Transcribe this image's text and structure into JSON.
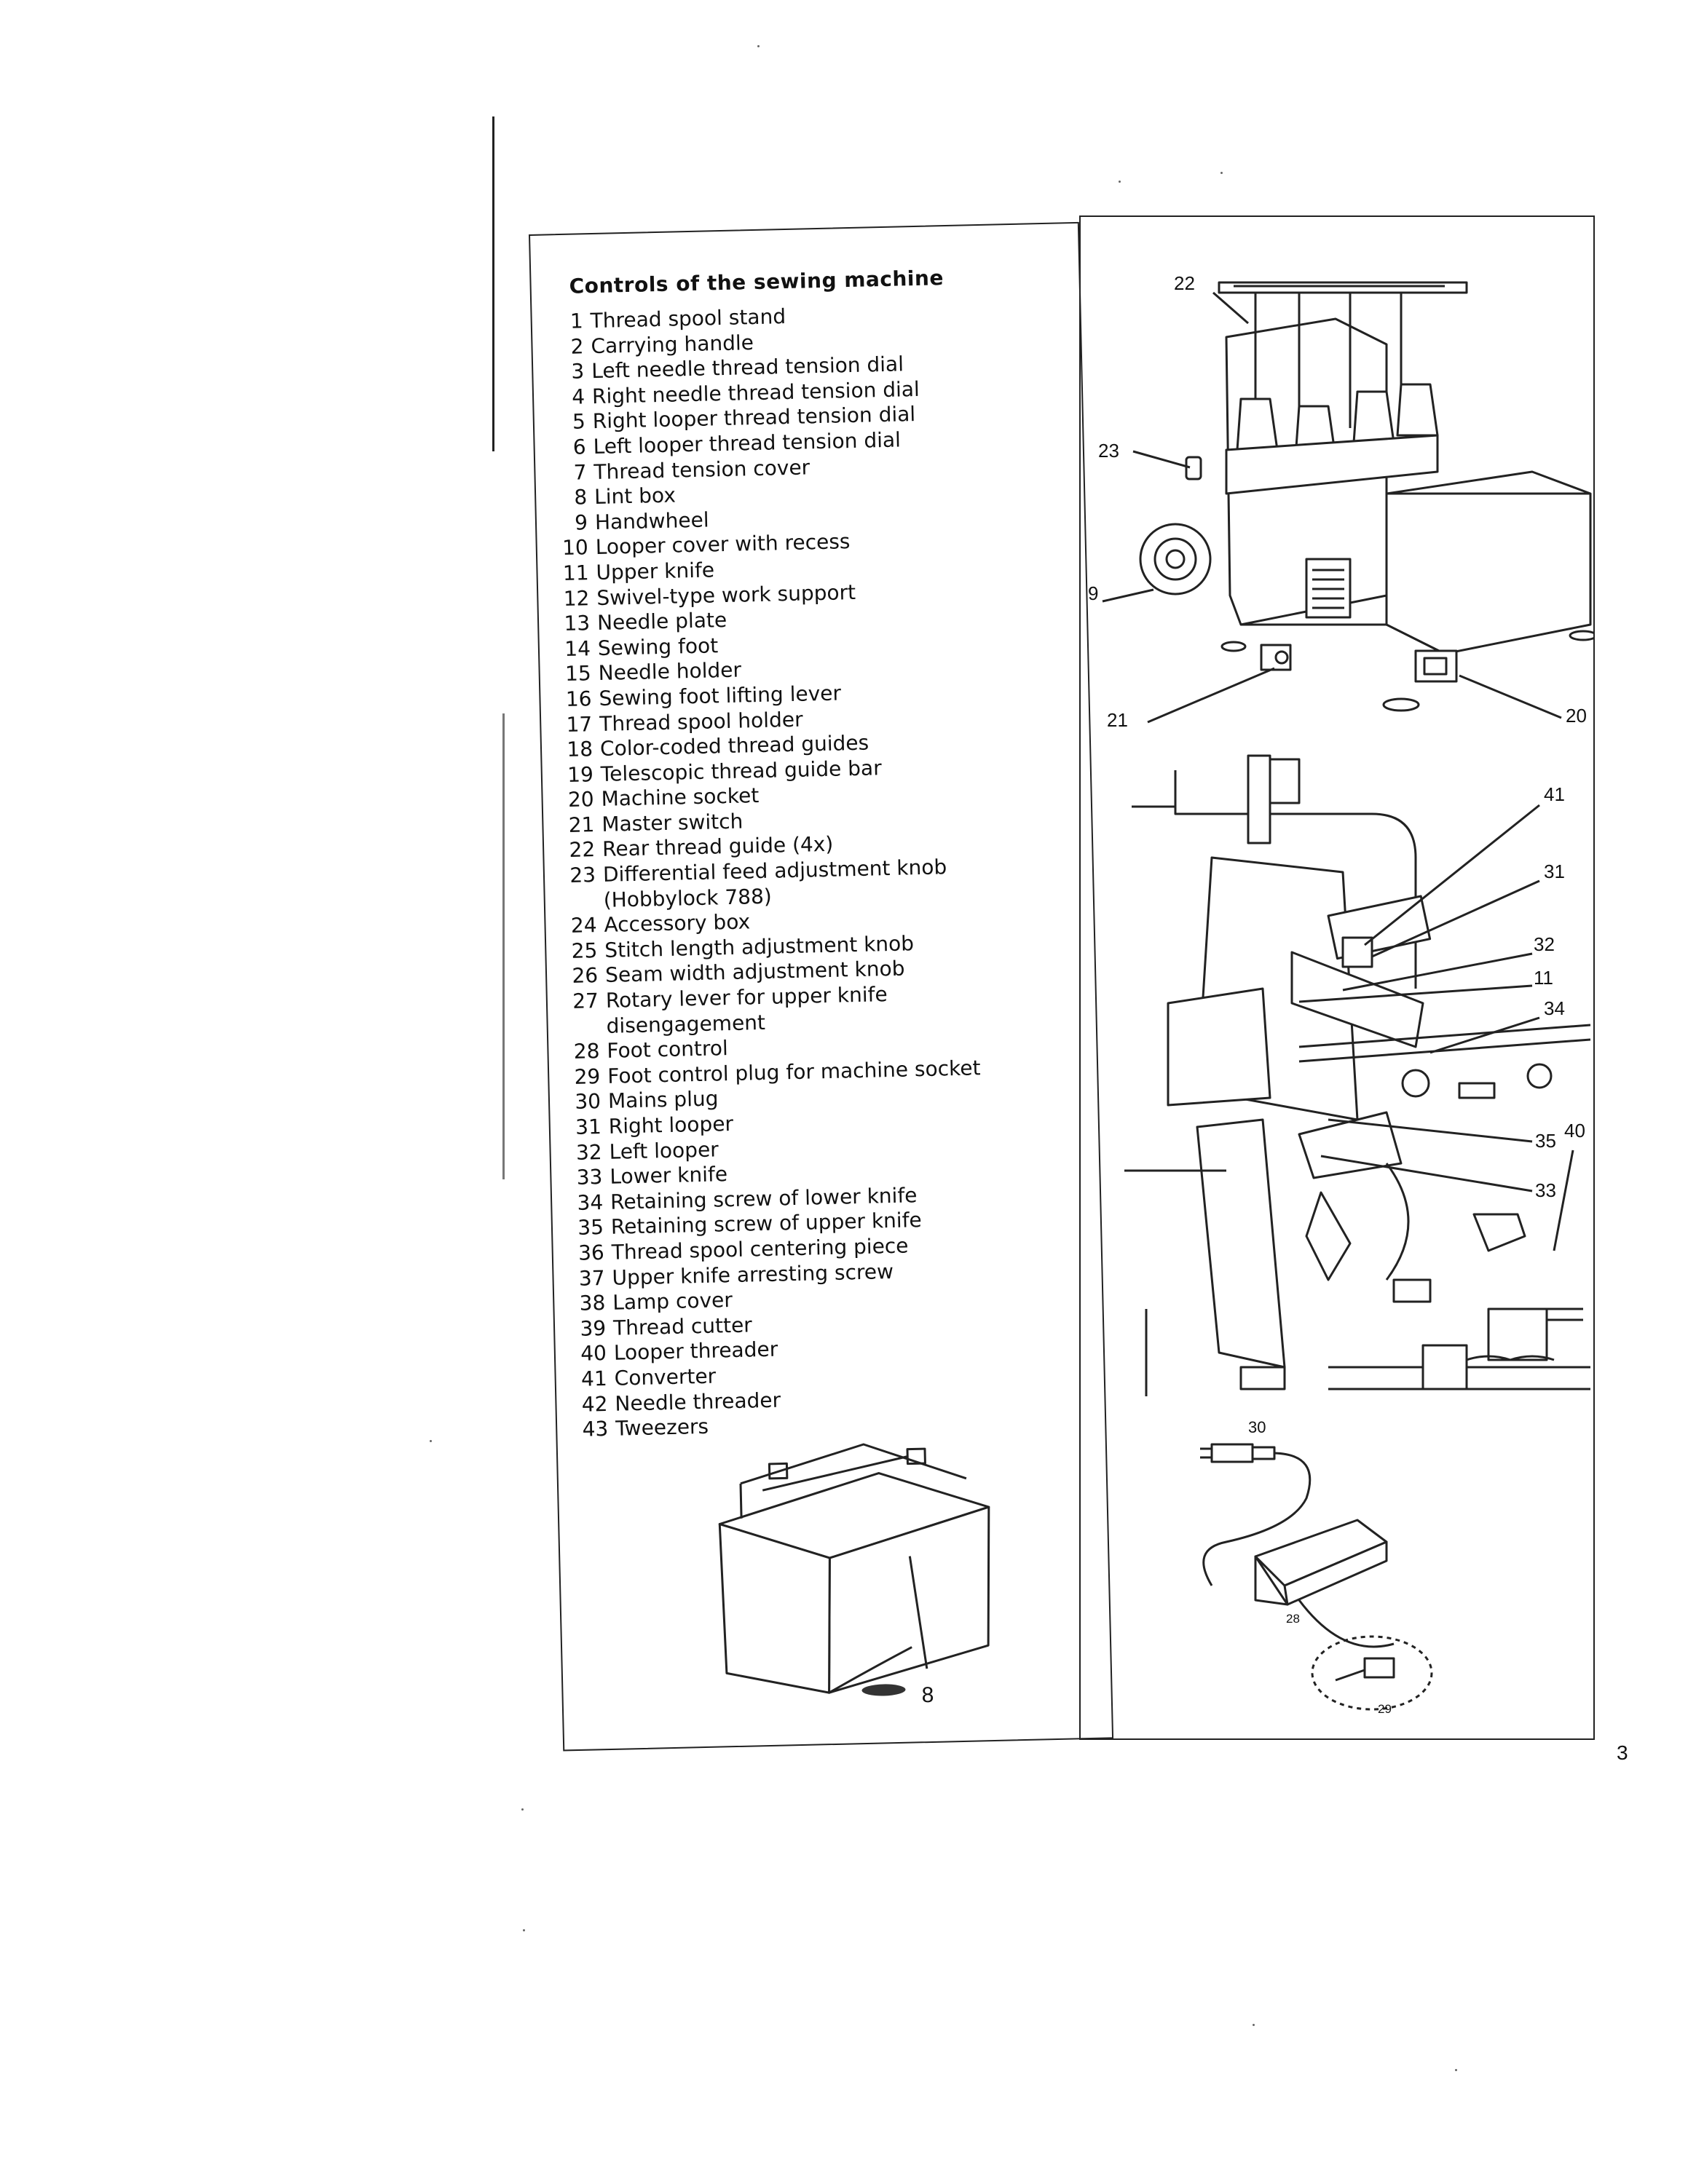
{
  "manual_page": {
    "heading": "Controls of the sewing machine",
    "controls": [
      {
        "num": "1",
        "label": "Thread spool stand"
      },
      {
        "num": "2",
        "label": "Carrying handle"
      },
      {
        "num": "3",
        "label": "Left needle thread tension dial"
      },
      {
        "num": "4",
        "label": "Right needle thread tension dial"
      },
      {
        "num": "5",
        "label": "Right looper thread tension dial"
      },
      {
        "num": "6",
        "label": "Left looper thread tension dial"
      },
      {
        "num": "7",
        "label": "Thread tension cover"
      },
      {
        "num": "8",
        "label": "Lint box"
      },
      {
        "num": "9",
        "label": "Handwheel"
      },
      {
        "num": "10",
        "label": "Looper cover with recess"
      },
      {
        "num": "11",
        "label": "Upper knife"
      },
      {
        "num": "12",
        "label": "Swivel-type work support"
      },
      {
        "num": "13",
        "label": "Needle plate"
      },
      {
        "num": "14",
        "label": "Sewing foot"
      },
      {
        "num": "15",
        "label": "Needle holder"
      },
      {
        "num": "16",
        "label": "Sewing foot lifting lever"
      },
      {
        "num": "17",
        "label": "Thread spool holder"
      },
      {
        "num": "18",
        "label": "Color-coded thread guides"
      },
      {
        "num": "19",
        "label": "Telescopic thread guide bar"
      },
      {
        "num": "20",
        "label": "Machine socket"
      },
      {
        "num": "21",
        "label": "Master switch"
      },
      {
        "num": "22",
        "label": "Rear thread guide (4x)"
      },
      {
        "num": "23",
        "label": "Differential feed adjustment knob"
      },
      {
        "num": "",
        "label": "(Hobbylock 788)"
      },
      {
        "num": "24",
        "label": "Accessory box"
      },
      {
        "num": "25",
        "label": "Stitch length adjustment knob"
      },
      {
        "num": "26",
        "label": "Seam width adjustment knob"
      },
      {
        "num": "27",
        "label": "Rotary lever for upper knife"
      },
      {
        "num": "",
        "label": "disengagement"
      },
      {
        "num": "28",
        "label": "Foot control"
      },
      {
        "num": "29",
        "label": "Foot control plug for machine socket"
      },
      {
        "num": "30",
        "label": "Mains plug"
      },
      {
        "num": "31",
        "label": "Right looper"
      },
      {
        "num": "32",
        "label": "Left looper"
      },
      {
        "num": "33",
        "label": "Lower knife"
      },
      {
        "num": "34",
        "label": "Retaining screw of lower knife"
      },
      {
        "num": "35",
        "label": "Retaining screw of upper knife"
      },
      {
        "num": "36",
        "label": "Thread spool centering piece"
      },
      {
        "num": "37",
        "label": "Upper knife arresting screw"
      },
      {
        "num": "38",
        "label": "Lamp cover"
      },
      {
        "num": "39",
        "label": "Thread cutter"
      },
      {
        "num": "40",
        "label": "Looper threader"
      },
      {
        "num": "41",
        "label": "Converter"
      },
      {
        "num": "42",
        "label": "Needle threader"
      },
      {
        "num": "43",
        "label": "Tweezers"
      }
    ],
    "lint_box_callout": "8",
    "machine_callouts": {
      "c22": "22",
      "c23": "23",
      "c9": "9",
      "c21": "21",
      "c20": "20"
    },
    "looper_callouts": {
      "c41": "41",
      "c31": "31",
      "c32": "32",
      "c11": "11",
      "c34": "34",
      "c35": "35",
      "c40": "40",
      "c33": "33"
    },
    "cable_callouts": {
      "c30": "30",
      "c28": "28",
      "c29": "29"
    },
    "page_number": "3"
  }
}
